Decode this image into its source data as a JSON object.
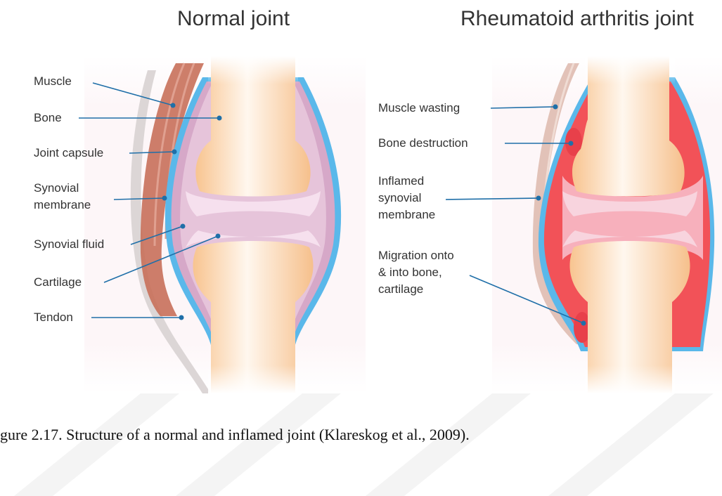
{
  "panels": {
    "normal": {
      "title": "Normal joint",
      "labels": [
        "Muscle",
        "Bone",
        "Joint capsule",
        "Synovial\nmembrane",
        "Synovial fluid",
        "Cartilage",
        "Tendon"
      ]
    },
    "ra": {
      "title": "Rheumatoid arthritis joint",
      "labels": [
        "Muscle wasting",
        "Bone destruction",
        "Inflamed\nsynovial\nmembrane",
        "Migration onto\n& into bone,\ncartilage"
      ]
    }
  },
  "caption": "gure 2.17. Structure of a normal and inflamed joint (Klareskog et al., 2009).",
  "colors": {
    "bone": "#fbd3a8",
    "cartilage": "#f4dde9",
    "capsule": "#58b8e8",
    "synovium_normal": "#d6a8c8",
    "synovium_inflamed": "#f25258",
    "muscle": "#c8705a",
    "tendon": "#d8d2d2",
    "leader": "#1f6fa8",
    "watermark": "#f3f3f3"
  }
}
